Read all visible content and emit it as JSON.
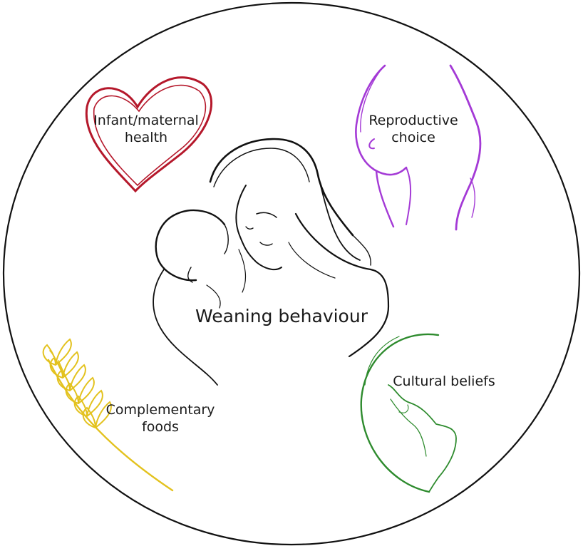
{
  "center": {
    "label": "Weaning behaviour"
  },
  "factors": [
    {
      "id": "health",
      "line1": "Infant/maternal",
      "line2": "health",
      "icon": "heart-icon",
      "color": "#b5182b"
    },
    {
      "id": "reproductive",
      "line1": "Reproductive",
      "line2": "choice",
      "icon": "pregnant-silhouette-icon",
      "color": "#a43ad6"
    },
    {
      "id": "cultural",
      "line1": "Cultural beliefs",
      "line2": "",
      "icon": "globe-icon",
      "color": "#2e8b2e"
    },
    {
      "id": "foods",
      "line1": "Complementary",
      "line2": "foods",
      "icon": "wheat-icon",
      "color": "#e3c21e"
    }
  ],
  "line_color": "#111111"
}
